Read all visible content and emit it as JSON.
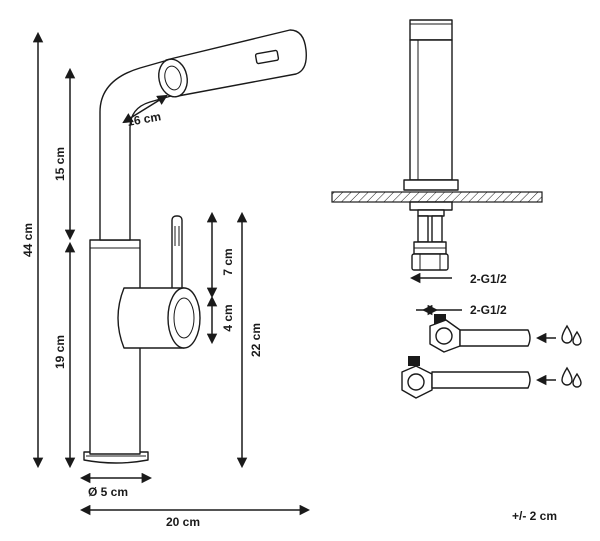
{
  "dimensions": {
    "total_height": "44 cm",
    "upper_height": "15 cm",
    "lower_height": "19 cm",
    "spout_length": "16 cm",
    "handle_height": "7 cm",
    "handle_diameter": "4 cm",
    "lever_height": "22 cm",
    "base_diameter": "Ø 5 cm",
    "total_reach": "20 cm"
  },
  "connections": {
    "thread_lower": "2-G1/2",
    "thread_hose": "2-G1/2"
  },
  "tolerance": "+/- 2 cm",
  "icons": [
    "water-drop-icon",
    "water-drop-icon"
  ]
}
